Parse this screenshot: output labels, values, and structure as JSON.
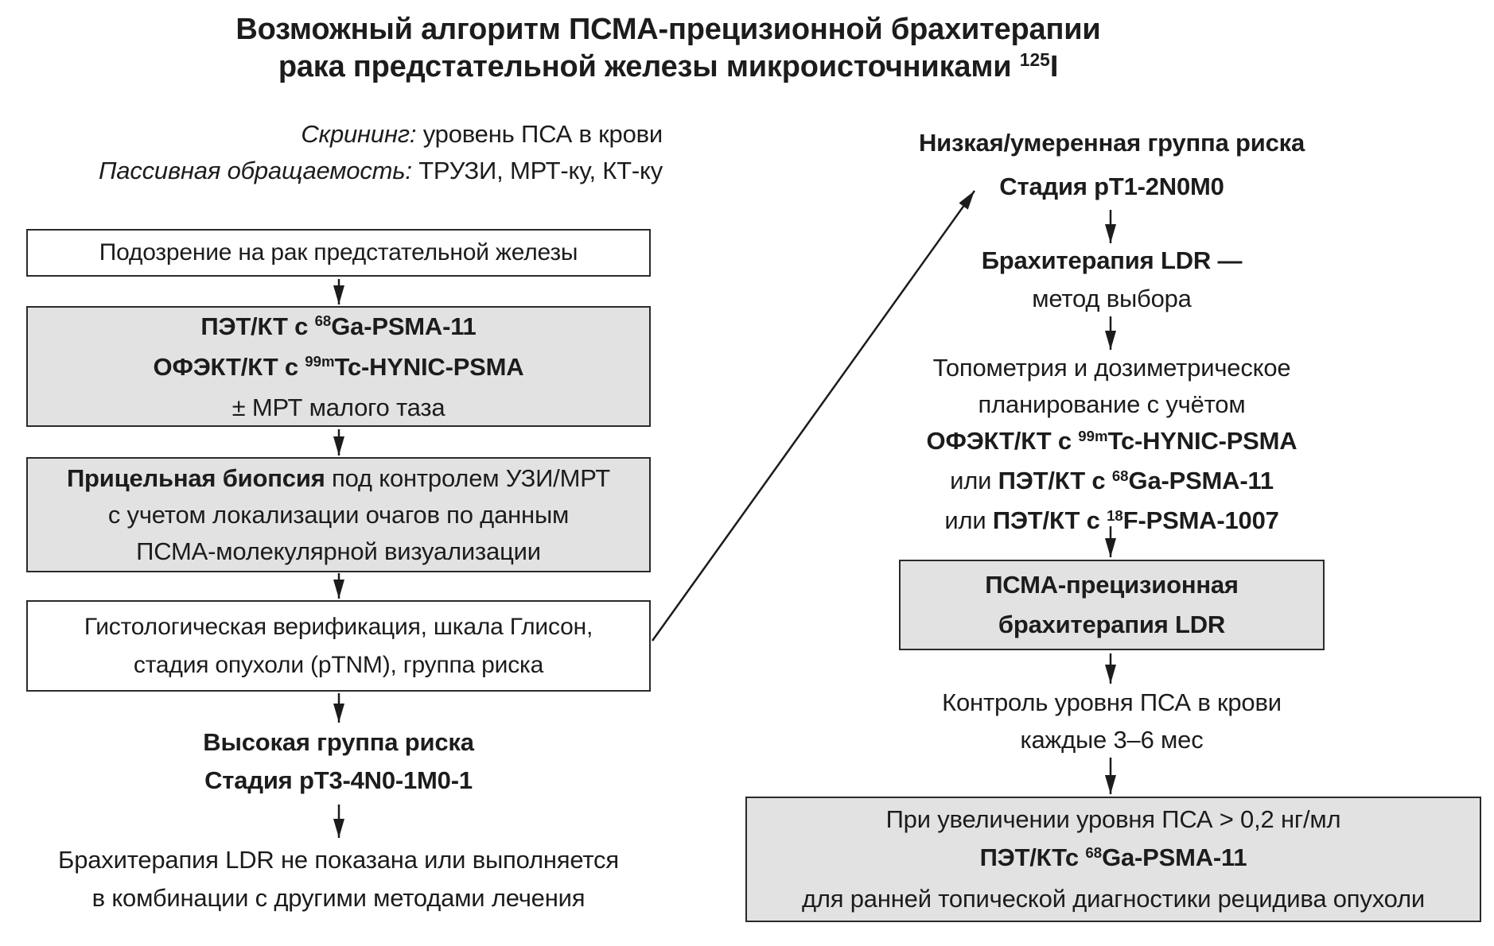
{
  "title": {
    "line1": "Возможный алгоритм ПСМА-прецизионной брахитерапии",
    "line2_text": "рака предстательной железы микроисточниками ",
    "line2_isotope_sup": "125",
    "line2_isotope_element": "I"
  },
  "left": {
    "screening": {
      "line1_label": "Скрининг:",
      "line1_text": " уровень ПСА в крови",
      "line2_label": "Пассивная обращаемость:",
      "line2_text": " ТРУЗИ, МРТ-ку, КТ-ку"
    },
    "box_suspicion": {
      "text": "Подозрение на рак предстательной железы"
    },
    "box_imaging": {
      "line1_pre": "ПЭТ/КТ с ",
      "line1_sup": "68",
      "line1_main": "Ga-PSMA-11",
      "line2_pre": "ОФЭКТ/КТ с ",
      "line2_sup": "99m",
      "line2_main": "Tc-HYNIC-PSMA",
      "line3": "± МРТ малого таза"
    },
    "box_biopsy": {
      "line1_bold": "Прицельная биопсия",
      "line1_rest": " под контролем УЗИ/МРТ",
      "line2": "с учетом локализации очагов по данным",
      "line3": "ПСМА-молекулярной визуализации"
    },
    "box_histology": {
      "line1": "Гистологическая верификация, шкала Глисон,",
      "line2": "стадия опухоли (pTNM), группа риска"
    },
    "high_risk": {
      "line1": "Высокая группа риска",
      "line2": "Стадия pT3-4N0-1M0-1"
    },
    "ldr_combo": {
      "line1": "Брахитерапия LDR не показана или выполняется",
      "line2": "в комбинации с другими методами лечения"
    }
  },
  "right": {
    "low_risk": {
      "line1": "Низкая/умеренная группа риска",
      "line2": "Стадия pT1-2N0M0"
    },
    "brachy_choice": {
      "line1": "Брахитерапия LDR —",
      "line2": "метод выбора"
    },
    "planning": {
      "line1": "Топометрия и дозиметрическое",
      "line2": "планирование с учётом",
      "line3_pre": "ОФЭКТ/КТ с ",
      "line3_sup": "99m",
      "line3_main": "Tc-HYNIC-PSMA",
      "line4_or": "или ",
      "line4_pre": "ПЭТ/КТ с ",
      "line4_sup": "68",
      "line4_main": "Ga-PSMA-11",
      "line5_or": "или ",
      "line5_pre": "ПЭТ/КТ с ",
      "line5_sup": "18",
      "line5_main": "F-PSMA-1007"
    },
    "box_psma": {
      "line1": "ПСМА-прецизионная",
      "line2": "брахитерапия LDR"
    },
    "psa_followup": {
      "line1": "Контроль уровня ПСА в крови",
      "line2": "каждые 3–6 мес"
    },
    "box_relapse": {
      "line1": "При увеличении уровня ПСА > 0,2 нг/мл",
      "line2_pre": "ПЭТ/КТс ",
      "line2_sup": "68",
      "line2_main": "Ga-PSMA-11",
      "line3": "для ранней топической диагностики рецидива опухоли"
    }
  },
  "colors": {
    "background": "#ffffff",
    "box_fill_gray": "#e2e2e2",
    "box_border": "#2a2a2a",
    "text": "#1c1c1c"
  }
}
